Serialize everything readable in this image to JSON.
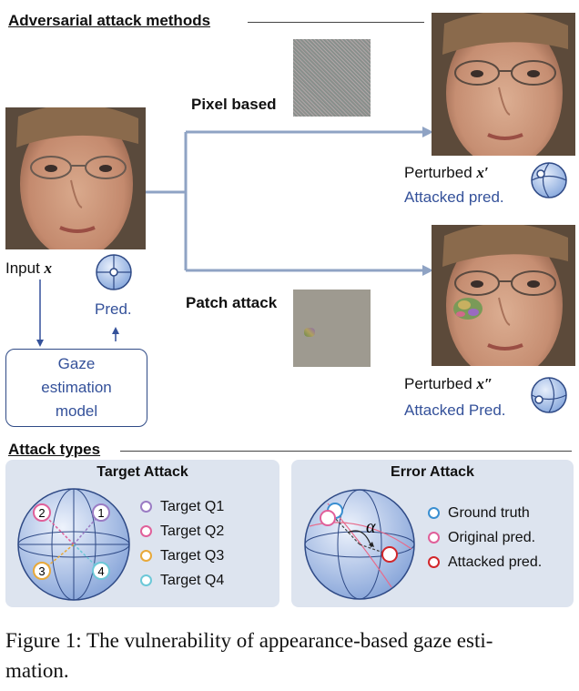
{
  "sections": {
    "methods_title": "Adversarial attack methods",
    "types_title": "Attack types"
  },
  "input": {
    "label": "Input",
    "var": "x"
  },
  "pred_label": "Pred.",
  "gaze_model": {
    "line1": "Gaze",
    "line2": "estimation",
    "line3": "model"
  },
  "pixel": {
    "label": "Pixel based"
  },
  "patch": {
    "label": "Patch attack"
  },
  "out1": {
    "perturbed": "Perturbed",
    "var": "x′",
    "pred": "Attacked pred."
  },
  "out2": {
    "perturbed": "Perturbed",
    "var": "x″",
    "pred": "Attacked Pred."
  },
  "target_attack": {
    "title": "Target Attack",
    "legend": [
      {
        "label": "Target Q1",
        "color": "#9b7cc4"
      },
      {
        "label": "Target Q2",
        "color": "#e0609a"
      },
      {
        "label": "Target Q3",
        "color": "#e8a93a"
      },
      {
        "label": "Target Q4",
        "color": "#6cc8d8"
      }
    ],
    "markers": [
      "1",
      "2",
      "3",
      "4"
    ]
  },
  "error_attack": {
    "title": "Error Attack",
    "alpha": "α",
    "legend": [
      {
        "label": "Ground truth",
        "color": "#3a8fd1"
      },
      {
        "label": "Original pred.",
        "color": "#e0609a"
      },
      {
        "label": "Attacked pred.",
        "color": "#d2262a"
      }
    ]
  },
  "caption": {
    "line1": "Figure 1: The vulnerability of appearance-based gaze esti-",
    "line2": "mation."
  }
}
